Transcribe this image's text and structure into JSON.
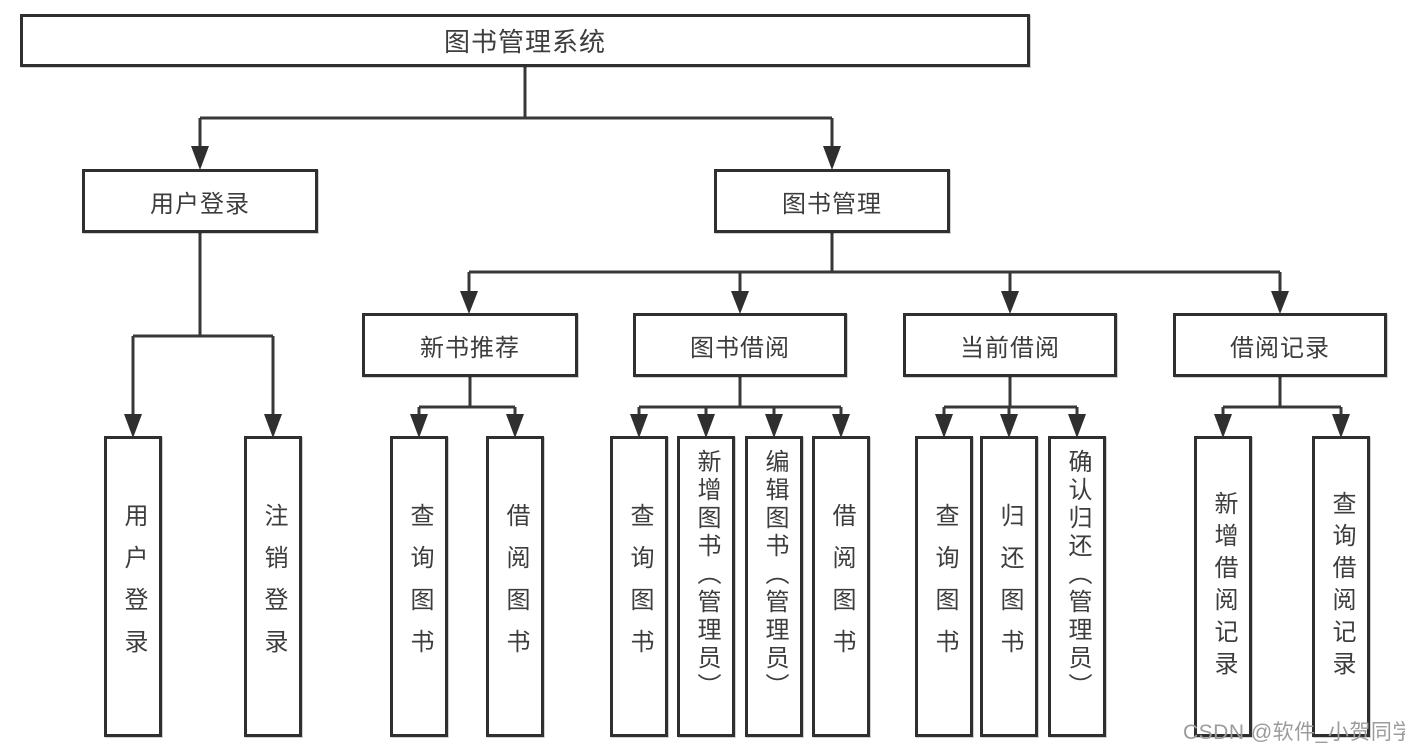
{
  "colors": {
    "background": "#ffffff",
    "line": "#383838",
    "box_border": "#2f2f2f",
    "text": "#3d3d3d",
    "watermark": "#9c9c9c"
  },
  "watermark": {
    "text": "CSDN @软件_小贺同学"
  },
  "tree": {
    "label": "图书管理系统",
    "children": [
      {
        "label": "用户登录",
        "children": [
          {
            "label": "用户登录"
          },
          {
            "label": "注销登录"
          }
        ]
      },
      {
        "label": "图书管理",
        "children": [
          {
            "label": "新书推荐",
            "children": [
              {
                "label": "查询图书"
              },
              {
                "label": "借阅图书"
              }
            ]
          },
          {
            "label": "图书借阅",
            "children": [
              {
                "label": "查询图书"
              },
              {
                "label": "新增图书（管理员）"
              },
              {
                "label": "编辑图书（管理员）"
              },
              {
                "label": "借阅图书"
              }
            ]
          },
          {
            "label": "当前借阅",
            "children": [
              {
                "label": "查询图书"
              },
              {
                "label": "归还图书"
              },
              {
                "label": "确认归还（管理员）"
              }
            ]
          },
          {
            "label": "借阅记录",
            "children": [
              {
                "label": "新增借阅记录"
              },
              {
                "label": "查询借阅记录"
              }
            ]
          }
        ]
      }
    ]
  }
}
